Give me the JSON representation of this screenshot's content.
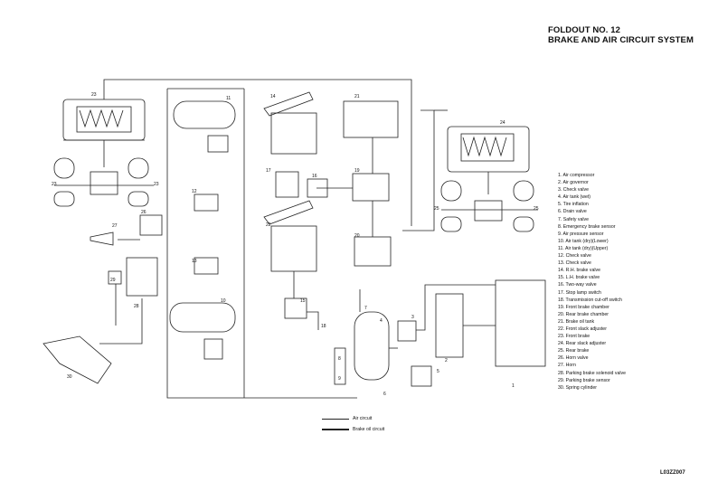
{
  "header": {
    "foldout": "FOLDOUT NO. 12",
    "title": "BRAKE AND AIR CIRCUIT SYSTEM"
  },
  "legend": [
    "1.  Air compressor",
    "2.  Air governor",
    "3.  Check valve",
    "4.  Air tank (wet)",
    "5.  Tire inflation",
    "6.  Drain valve",
    "7.  Safety valve",
    "8.  Emergency brake sensor",
    "9.  Air pressure sensor",
    "10. Air tank (dry)(Lower)",
    "11. Air tank (dry)(Upper)",
    "12. Check valve",
    "13. Check valve",
    "14. R.H. brake valve",
    "15. L.H. brake valve",
    "16. Two-way valve",
    "17. Stop lamp switch",
    "18. Transmission cut-off switch",
    "19. Front brake chamber",
    "20. Rear brake chamber",
    "21. Brake oil tank",
    "22. Front slack adjuster",
    "23. Front brake",
    "24. Rear slack adjuster",
    "25. Rear brake",
    "26. Horn valve",
    "27. Horn",
    "28. Parking brake solenoid valve",
    "29. Parking brake sensor",
    "30. Spring cylinder"
  ],
  "line_key": {
    "air_circuit": "Air circuit",
    "brake_oil_circuit": "Brake oil circuit"
  },
  "reference_code": "L03ZZ007",
  "callouts": {
    "c1": "1",
    "c2": "2",
    "c3": "3",
    "c4": "4",
    "c5": "5",
    "c6": "6",
    "c7": "7",
    "c8": "8",
    "c9": "9",
    "c10": "10",
    "c11": "11",
    "c12": "12",
    "c13": "13",
    "c14": "14",
    "c15": "15",
    "c16": "16",
    "c17": "17",
    "c18": "18",
    "c19": "19",
    "c20": "20",
    "c21": "21",
    "c22": "22",
    "c23a": "23",
    "c23b": "23",
    "c23c": "23",
    "c24": "24",
    "c25a": "25",
    "c25b": "25",
    "c26": "26",
    "c27": "27",
    "c28": "28",
    "c29": "29",
    "c30": "30"
  }
}
